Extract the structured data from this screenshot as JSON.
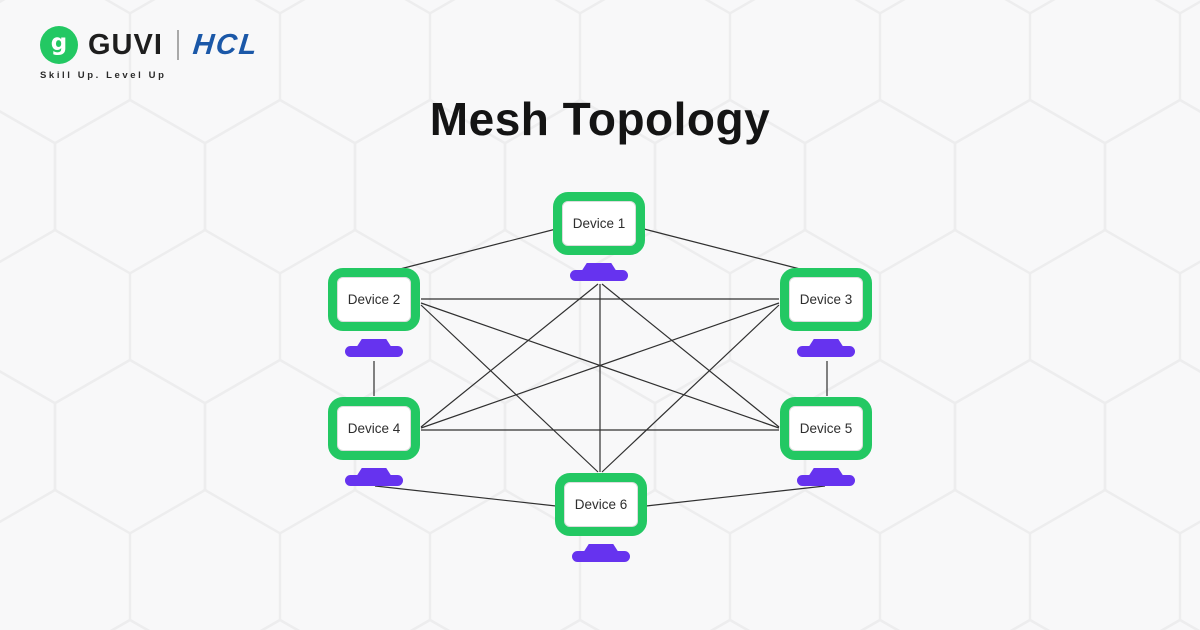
{
  "brand": {
    "guvi_glyph": "g",
    "guvi_text": "GUVI",
    "hcl_text": "HCL",
    "tagline": "Skill Up. Level Up"
  },
  "header": {
    "title": "Mesh Topology"
  },
  "diagram": {
    "nodes": [
      {
        "id": "device-1",
        "label": "Device 1"
      },
      {
        "id": "device-2",
        "label": "Device 2"
      },
      {
        "id": "device-3",
        "label": "Device 3"
      },
      {
        "id": "device-4",
        "label": "Device 4"
      },
      {
        "id": "device-5",
        "label": "Device 5"
      },
      {
        "id": "device-6",
        "label": "Device 6"
      }
    ],
    "edges": [
      [
        "device-1",
        "device-2"
      ],
      [
        "device-1",
        "device-3"
      ],
      [
        "device-1",
        "device-4"
      ],
      [
        "device-1",
        "device-5"
      ],
      [
        "device-1",
        "device-6"
      ],
      [
        "device-2",
        "device-3"
      ],
      [
        "device-2",
        "device-4"
      ],
      [
        "device-2",
        "device-5"
      ],
      [
        "device-2",
        "device-6"
      ],
      [
        "device-3",
        "device-4"
      ],
      [
        "device-3",
        "device-5"
      ],
      [
        "device-3",
        "device-6"
      ],
      [
        "device-4",
        "device-5"
      ],
      [
        "device-4",
        "device-6"
      ],
      [
        "device-5",
        "device-6"
      ]
    ],
    "colors": {
      "node_border": "#23C863",
      "stand": "#6633EF",
      "line": "#303030",
      "hcl_blue": "#1B58A8"
    }
  }
}
